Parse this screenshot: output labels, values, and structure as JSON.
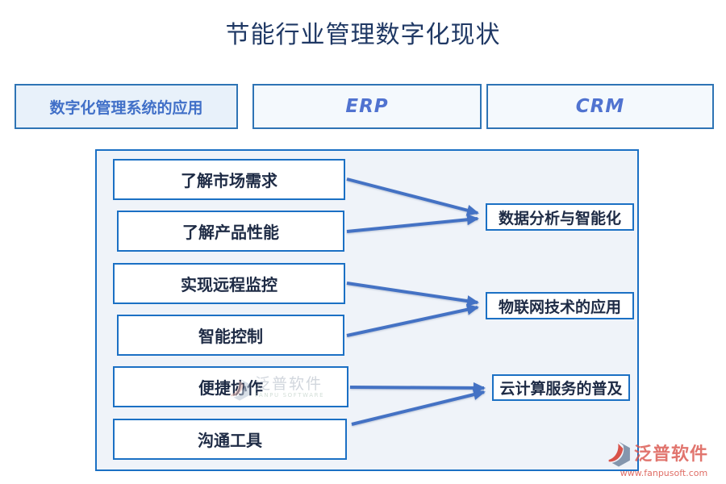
{
  "title": "节能行业管理数字化现状",
  "top_boxes": [
    {
      "label": "数字化管理系统的应用"
    },
    {
      "label": "ERP"
    },
    {
      "label": "CRM"
    }
  ],
  "flow": {
    "left_boxes": [
      {
        "label": "了解市场需求"
      },
      {
        "label": "了解产品性能"
      },
      {
        "label": "实现远程监控"
      },
      {
        "label": "智能控制"
      },
      {
        "label": "便捷协作"
      },
      {
        "label": "沟通工具"
      }
    ],
    "right_boxes": [
      {
        "label": "数据分析与智能化"
      },
      {
        "label": "物联网技术的应用"
      },
      {
        "label": "云计算服务的普及"
      }
    ],
    "connections": [
      {
        "from": "了解市场需求",
        "to": "数据分析与智能化"
      },
      {
        "from": "了解产品性能",
        "to": "数据分析与智能化"
      },
      {
        "from": "实现远程监控",
        "to": "物联网技术的应用"
      },
      {
        "from": "智能控制",
        "to": "物联网技术的应用"
      },
      {
        "from": "便捷协作",
        "to": "云计算服务的普及"
      },
      {
        "from": "沟通工具",
        "to": "云计算服务的普及"
      }
    ]
  },
  "watermark": {
    "brand": "泛普软件",
    "brand_en": "FANPU SOFTWARE"
  },
  "footer_logo": {
    "brand": "泛普软件",
    "website": "www.fanpusoft.com"
  },
  "colors": {
    "title_text": "#1F3864",
    "top_box_border": "#2E74B5",
    "top_box_bg": "#E8F1FA",
    "erp_crm_bg": "#F4F9FD",
    "accent_blue_text": "#4170C8",
    "panel_bg": "#EFF3F9",
    "node_border": "#1B70C4",
    "arrow": "#4472C4",
    "brand_red": "#D9534A"
  }
}
